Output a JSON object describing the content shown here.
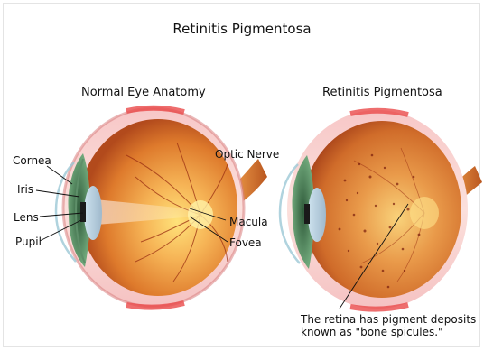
{
  "title": "Retinitis Pigmentosa",
  "panels": {
    "normal": {
      "heading": "Normal Eye Anatomy"
    },
    "rp": {
      "heading": "Retinitis Pigmentosa"
    }
  },
  "labels": {
    "cornea": "Cornea",
    "iris": "Iris",
    "lens": "Lens",
    "pupil": "Pupil",
    "optic_nerve": "Optic Nerve",
    "macula": "Macula",
    "fovea": "Fovea"
  },
  "annotation": {
    "line1": "The retina has pigment deposits",
    "line2": "known as \"bone spicules.\""
  }
}
